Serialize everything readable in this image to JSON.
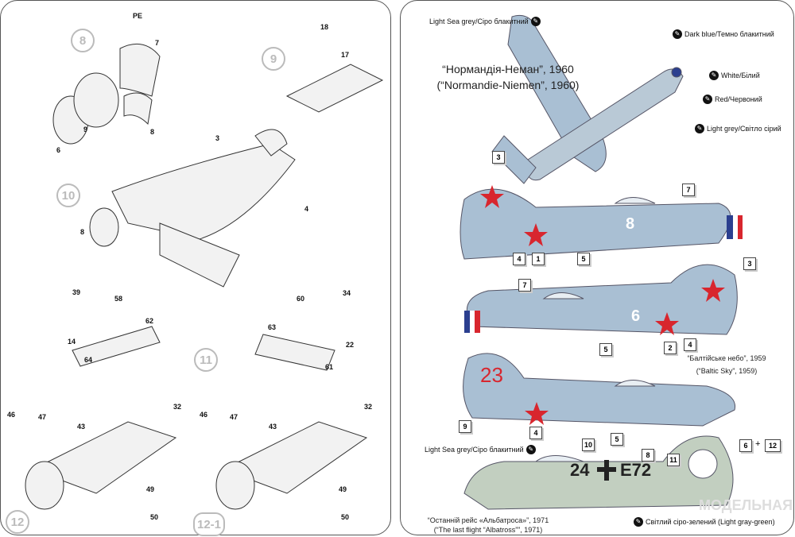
{
  "left": {
    "steps": [
      "8",
      "9",
      "10",
      "11",
      "12",
      "12-1"
    ],
    "parts": [
      "PE",
      "7",
      "6",
      "9",
      "8",
      "18",
      "17",
      "3",
      "4",
      "8",
      "39",
      "58",
      "62",
      "14",
      "64",
      "60",
      "34",
      "63",
      "22",
      "61",
      "46",
      "47",
      "43",
      "32",
      "49",
      "50",
      "46",
      "47",
      "43",
      "32",
      "49",
      "50"
    ]
  },
  "right": {
    "title1": "“Нормандія-Неман”, 1960",
    "title2": "(“Normandie-Niemen”, 1960)",
    "colors": [
      {
        "label": "Light Sea grey/Сіро блакитний",
        "hex": "#a9bfd3"
      },
      {
        "label": "Dark blue/Темно блакитний",
        "hex": "#2b3f8f"
      },
      {
        "label": "White/Білий",
        "hex": "#ffffff"
      },
      {
        "label": "Red/Червоний",
        "hex": "#d8262e"
      },
      {
        "label": "Light grey/Світло сірий",
        "hex": "#b9c9d6"
      }
    ],
    "baltic1": "“Балтійське небо”, 1959",
    "baltic2": "(“Baltic Sky”, 1959)",
    "sea_grey2": "Light Sea grey/Сіро блакитний",
    "alb1": "“Останній рейс «Альбатроса»”, 1971",
    "alb2": "(“The last flight “Albatross””, 1971)",
    "green_label": "Світлий сіро-зелений (Light gray-green)",
    "green_hex": "#c2cfc0",
    "plane1_code": "8",
    "plane2_code": "6",
    "plane3_code": "23",
    "plane4_code_a": "24",
    "plane4_code_b": "E72",
    "plus": "+",
    "decals": [
      "3",
      "7",
      "4",
      "1",
      "5",
      "7",
      "3",
      "5",
      "2",
      "4",
      "9",
      "4",
      "5",
      "10",
      "8",
      "11",
      "6",
      "12"
    ],
    "watermark": "МОДЕЛЬНАЯ"
  }
}
